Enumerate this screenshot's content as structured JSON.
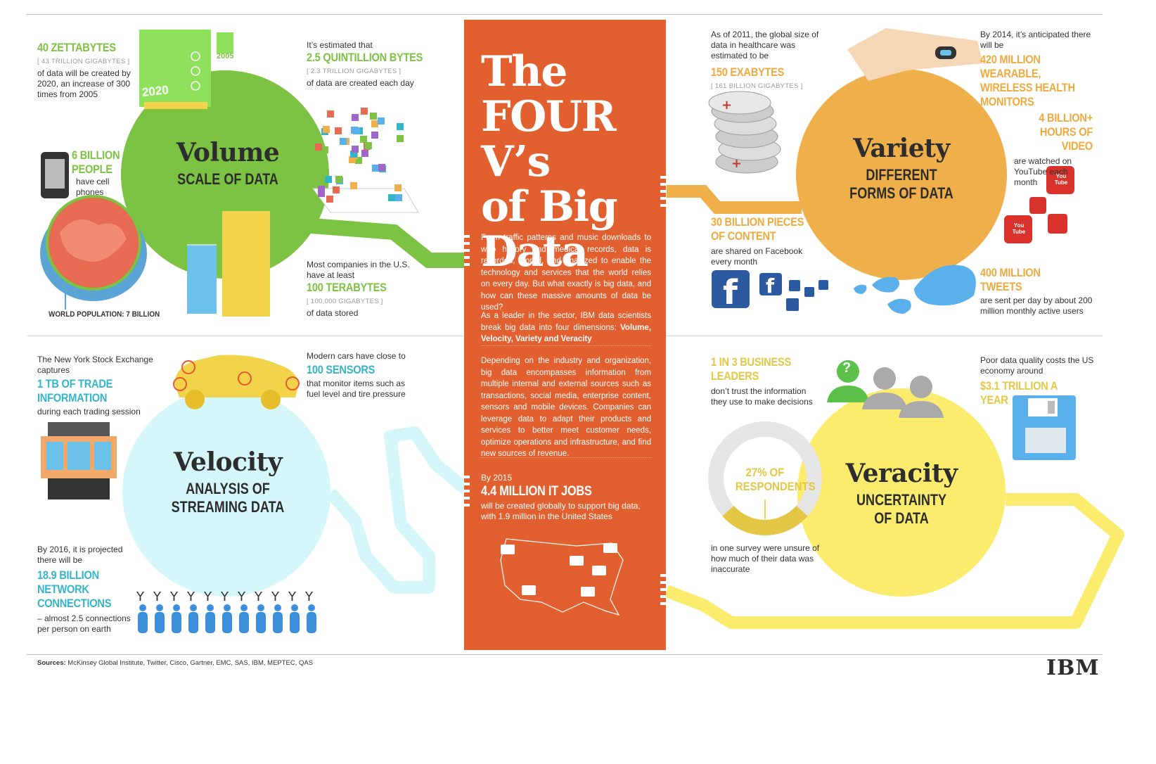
{
  "center": {
    "title_lines": [
      "The",
      "FOUR V’s",
      "of Big",
      "Data"
    ],
    "para1": "From traffic patterns and music downloads to web history and medical records, data is recorded, stored, and analyzed to enable the technology and services that the world relies on every day. But what exactly is big data, and how can these massive amounts of data be used?",
    "para2_a": "As a leader in the sector, IBM data scientists break big data into four dimensions: ",
    "para2_b": "Volume, Velocity, Variety and Veracity",
    "para3": "Depending on the industry and organization, big data encompasses information from multiple internal and external sources such as transactions, social media, enterprise content, sensors and mobile devices. Companies can leverage data to adapt their products and services to better meet customer needs, optimize operations and infrastructure, and find new sources of revenue.",
    "by2015": "By 2015",
    "jobs_hl": "4.4 MILLION IT JOBS",
    "jobs_text": "will be created globally to support big data, with 1.9 million in the United States"
  },
  "volume": {
    "title": "Volume",
    "subtitle": "SCALE OF DATA",
    "zetta_hl": "40 ZETTABYTES",
    "zetta_gray": "[ 43 TRILLION GIGABYTES ]",
    "zetta_text": "of data will be created by 2020, an increase of 300 times from 2005",
    "card_2020": "2020",
    "card_2005": "2005",
    "quint_pre": "It’s estimated that",
    "quint_hl": "2.5 QUINTILLION BYTES",
    "quint_gray": "[ 2.3 TRILLION GIGABYTES ]",
    "quint_text": "of data are created each day",
    "phones_hl1": "6 BILLION",
    "phones_hl2": "PEOPLE",
    "phones_text": "have cell phones",
    "world_pop": "WORLD POPULATION: 7 BILLION",
    "tb_pre": "Most companies in the U.S. have at least",
    "tb_hl": "100 TERABYTES",
    "tb_gray": "[ 100,000 GIGABYTES ]",
    "tb_text": "of data stored"
  },
  "velocity": {
    "title": "Velocity",
    "subtitle_l1": "ANALYSIS OF",
    "subtitle_l2": "STREAMING DATA",
    "nyse_pre": "The New York Stock Exchange captures",
    "nyse_hl": "1 TB OF TRADE INFORMATION",
    "nyse_text": "during each trading session",
    "cars_pre": "Modern cars have close to",
    "cars_hl": "100 SENSORS",
    "cars_text": "that monitor items such as fuel level and tire pressure",
    "net_pre": "By 2016, it is projected there will be",
    "net_hl": "18.9 BILLION NETWORK CONNECTIONS",
    "net_text": "– almost 2.5 connections per person on earth"
  },
  "variety": {
    "title": "Variety",
    "subtitle_l1": "DIFFERENT",
    "subtitle_l2": "FORMS OF DATA",
    "health_pre": "As of 2011, the global size of data in healthcare was estimated to be",
    "health_hl": "150 EXABYTES",
    "health_gray": "[ 161 BILLION GIGABYTES ]",
    "wear_pre": "By 2014, it’s anticipated there will be",
    "wear_hl": "420 MILLION WEARABLE, WIRELESS HEALTH MONITORS",
    "video_hl": "4 BILLION+ HOURS OF VIDEO",
    "video_text": "are watched on YouTube each month",
    "fb_hl": "30 BILLION PIECES OF CONTENT",
    "fb_text": "are shared on Facebook every month",
    "tw_hl": "400 MILLION TWEETS",
    "tw_text": "are sent per day by about 200 million monthly active users",
    "yt_label": "You Tube"
  },
  "veracity": {
    "title": "Veracity",
    "subtitle_l1": "UNCERTAINTY",
    "subtitle_l2": "OF DATA",
    "leaders_hl": "1 IN 3 BUSINESS LEADERS",
    "leaders_text": "don’t trust the information they use to make decisions",
    "poor_pre": "Poor data quality costs the US economy around",
    "poor_hl": "$3.1 TRILLION A YEAR",
    "resp_hl": "27% OF RESPONDENTS",
    "resp_text": "in one survey were unsure of how much of their data was inaccurate",
    "pie_percent": 27
  },
  "footer": {
    "sources_label": "Sources:",
    "sources_text": " McKinsey Global Institute, Twitter, Cisco, Gartner, EMC, SAS, IBM, MEPTEC, QAS",
    "logo": "IBM"
  },
  "colors": {
    "green": "#7cc243",
    "orange_panel": "#e2602f",
    "variety": "#efaf4b",
    "velocity": "#d6f7fa",
    "veracity": "#fbec6e",
    "teal": "#35b5c9"
  }
}
